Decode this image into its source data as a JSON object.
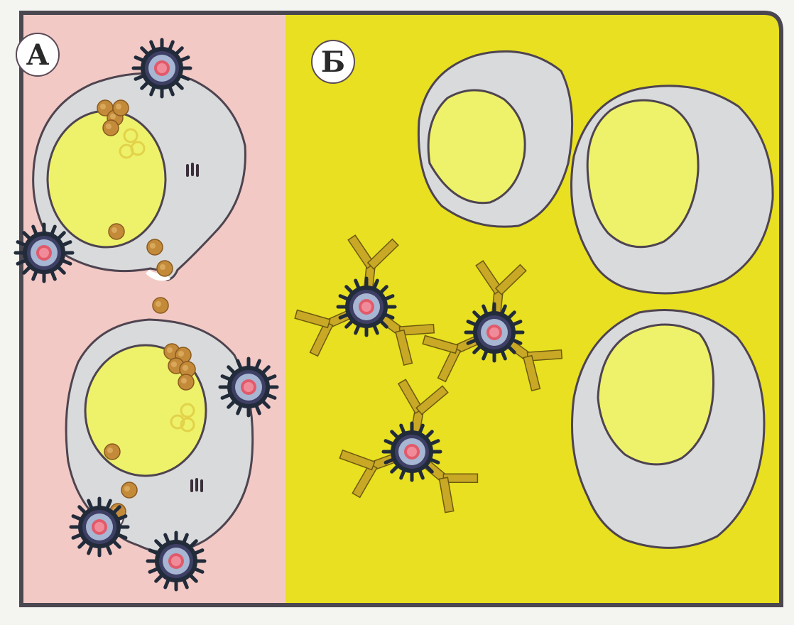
{
  "panels": [
    {
      "id": "a",
      "label": "А",
      "background": "#f2c9c4"
    },
    {
      "id": "b",
      "label": "Б",
      "background": "#e8e020"
    }
  ],
  "colors": {
    "frame_border": "#4a4750",
    "cell_fill": "#d9dadb",
    "cell_outline": "#4e4450",
    "nucleus_fill": "#eef26a",
    "virus_spikes": "#222b3a",
    "virus_ring": "#3e3f64",
    "virus_inner": "#a7b6d2",
    "virus_core": "#e25a6a",
    "particle": "#c38a3a",
    "antibody": "#c9a826",
    "antibody_stroke": "#6b5a10"
  },
  "icons": [
    "virus-icon",
    "antibody-icon",
    "viral-particle-icon",
    "ribosome-icon"
  ]
}
